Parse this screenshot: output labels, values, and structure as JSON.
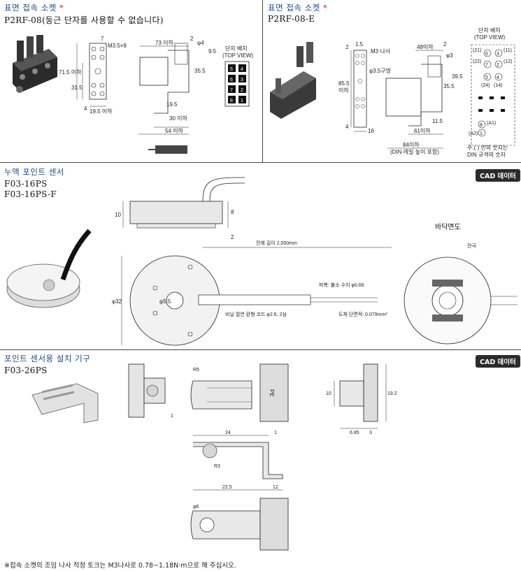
{
  "sections": {
    "p2rf08": {
      "title": "표면 접속 소켓",
      "star": "*",
      "model": "P2RF-08(둥근 단자를 사용할 수 없습니다)",
      "dims": {
        "d7": "7",
        "m3": "M3.5×8",
        "w73": "73 이하",
        "phi4": "φ4",
        "d2": "2",
        "d95": "9.5",
        "h715": "71.5 이하",
        "d315": "31.5",
        "d355": "35.5",
        "d4": "4",
        "d195a": "19.5 이하",
        "d195b": "19.5",
        "w30": "30 이하",
        "w54": "54 이하"
      },
      "terminal_label": "단자 배치",
      "top_view": "(TOP VIEW)",
      "pins": [
        "5",
        "4",
        "6",
        "3",
        "7",
        "2",
        "8",
        "1"
      ]
    },
    "p2rf08e": {
      "title": "표면 접속 소켓",
      "star": "*",
      "model": "P2RF-08-E",
      "dims": {
        "d2": "2",
        "d15": "1.5",
        "m3": "M3 나사",
        "w48": "48이하",
        "d2b": "2",
        "phi3": "φ3",
        "phi35": "φ3.5구멍",
        "h855": "85.5",
        "h855b": "이하",
        "d395": "39.5",
        "d355": "35.5",
        "d115": "11.5",
        "d4": "4",
        "d16": "16",
        "w61": "61이하",
        "w84": "84이하",
        "din": "(DIN 레일 높이 포함)"
      },
      "terminal_label": "단자 배치",
      "top_view": "(TOP VIEW)",
      "pins_top": [
        "(21)",
        "6",
        "3",
        "(11)"
      ],
      "pins_mid": [
        "(22)",
        "7",
        "2",
        "(12)"
      ],
      "pins_low": [
        "5",
        "4",
        "(24)",
        "(14)"
      ],
      "pins_bot": [
        "8",
        "(A1)",
        "(A2)",
        "1"
      ],
      "note1": "주.(  ) 안의 숫자는",
      "note2": "DIN 규격의 숫자"
    },
    "f0316": {
      "title": "누액 포인트 센서",
      "models": [
        "F03-16PS",
        "F03-16PS-F"
      ],
      "cad": "CAD 데이터",
      "bottom_label": "바닥면도",
      "electrode": "전극",
      "dims": {
        "d10": "10",
        "d8": "8",
        "d2": "2",
        "phi32": "φ32",
        "phi55": "φ5.5",
        "total": "전체 길이 2,000mm",
        "coat": "피복: 불소 수지  φ0.66",
        "cord": "비닐 절연 환형 코드 φ2.6, 2심",
        "cross": "도체 단면적: 0.079mm²"
      }
    },
    "f0326": {
      "title": "포인트 센서용 설치 기구",
      "model": "F03-26PS",
      "cad": "CAD 데이터",
      "dims": {
        "r5": "R5",
        "d1": "1",
        "d10": "10",
        "d192": "19.2",
        "d685": "6.85",
        "d3": "3",
        "d24": "24",
        "d1b": "1",
        "r3": "R3",
        "d225": "22.5",
        "d12": "12",
        "phi6": "φ6",
        "pe": "PE"
      }
    }
  },
  "footnote": "※접속 소켓의 조임 나사 적정 토크는 M3나사로 0.78~1.18N·m으로 해 주십시오."
}
